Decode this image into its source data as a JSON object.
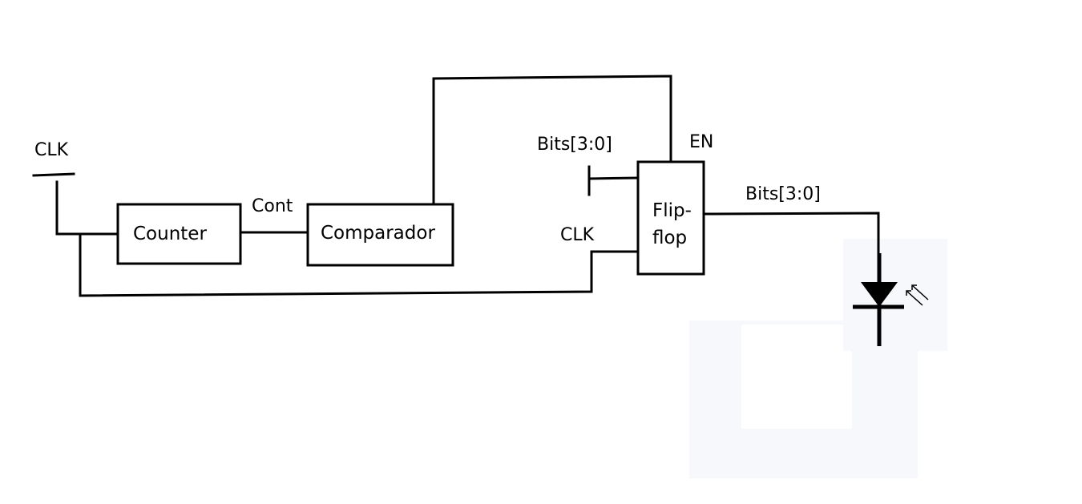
{
  "diagram": {
    "labels": {
      "clk_input": "CLK",
      "cont": "Cont",
      "bits_in": "Bits[3:0]",
      "en": "EN",
      "clk_ff": "CLK",
      "bits_out": "Bits[3:0]"
    },
    "blocks": {
      "counter": "Counter",
      "comparador": "Comparador",
      "flipflop_line1": "Flip-",
      "flipflop_line2": "flop"
    }
  }
}
